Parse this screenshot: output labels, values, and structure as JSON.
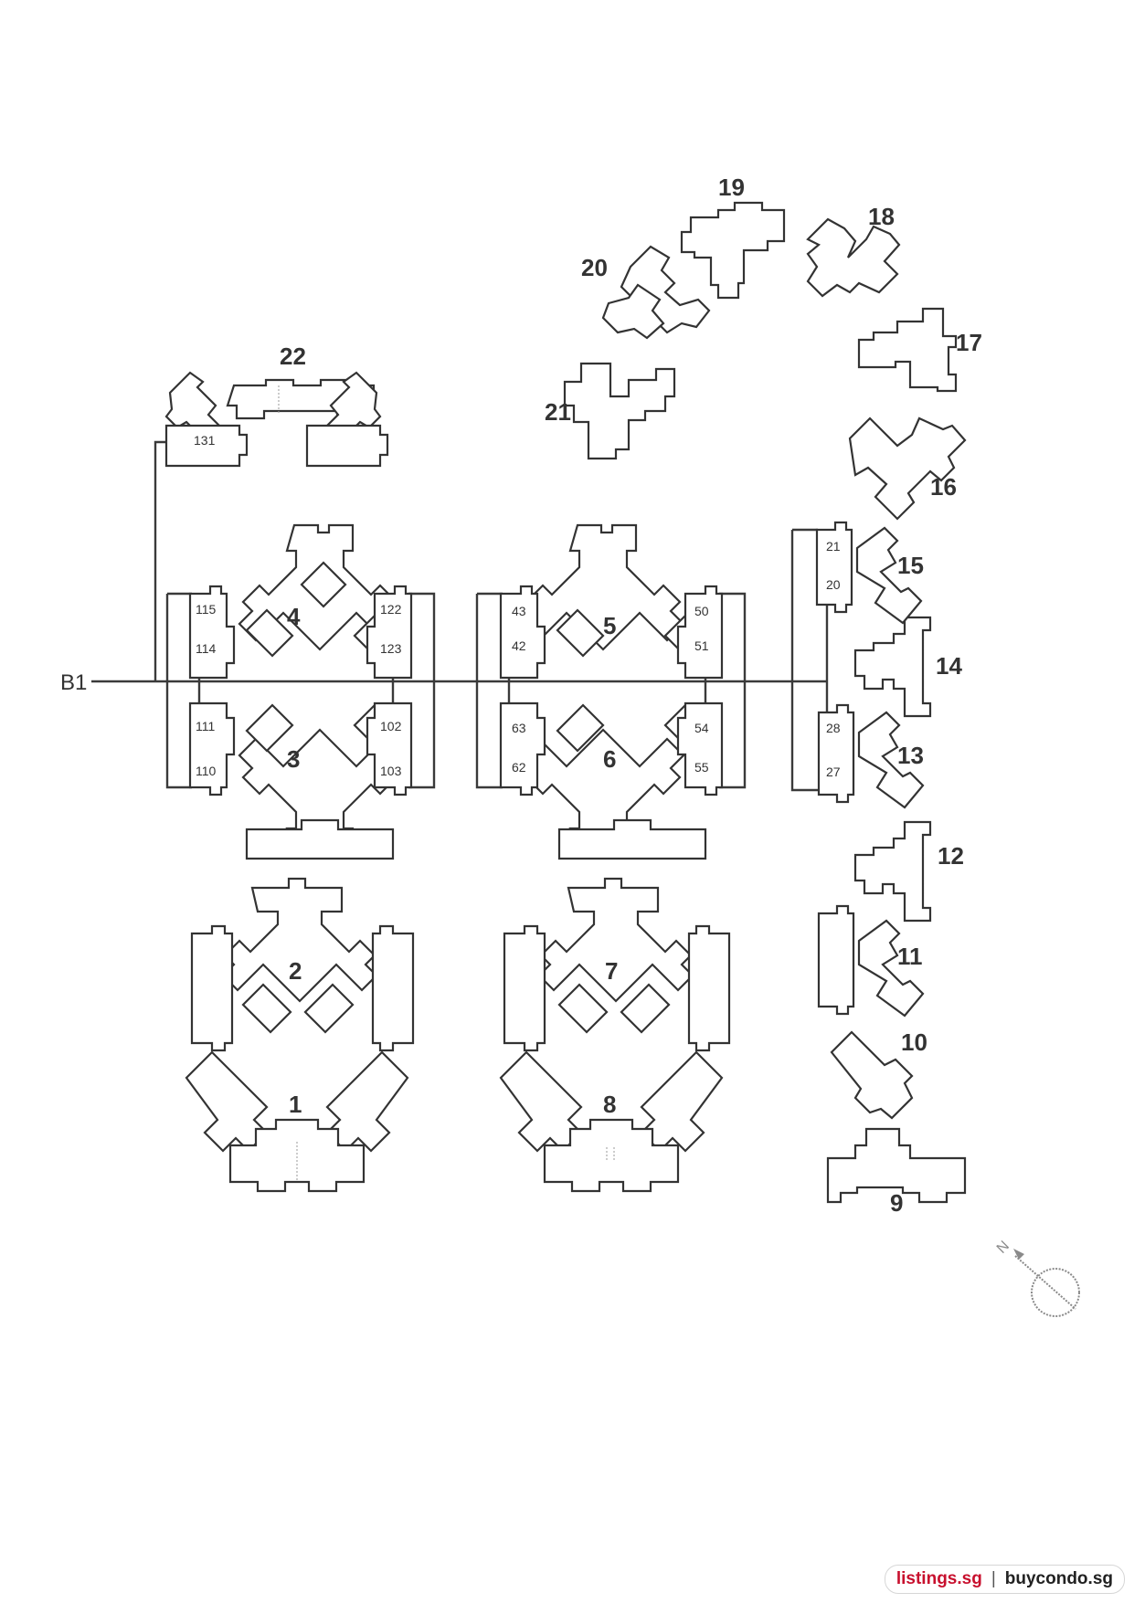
{
  "site_plan": {
    "level_label": "B1",
    "blocks": [
      {
        "id": "1",
        "label": "1"
      },
      {
        "id": "2",
        "label": "2"
      },
      {
        "id": "3",
        "label": "3"
      },
      {
        "id": "4",
        "label": "4"
      },
      {
        "id": "5",
        "label": "5"
      },
      {
        "id": "6",
        "label": "6"
      },
      {
        "id": "7",
        "label": "7"
      },
      {
        "id": "8",
        "label": "8"
      },
      {
        "id": "9",
        "label": "9"
      },
      {
        "id": "10",
        "label": "10"
      },
      {
        "id": "11",
        "label": "11"
      },
      {
        "id": "12",
        "label": "12"
      },
      {
        "id": "13",
        "label": "13"
      },
      {
        "id": "14",
        "label": "14"
      },
      {
        "id": "15",
        "label": "15"
      },
      {
        "id": "16",
        "label": "16"
      },
      {
        "id": "17",
        "label": "17"
      },
      {
        "id": "18",
        "label": "18"
      },
      {
        "id": "19",
        "label": "19"
      },
      {
        "id": "20",
        "label": "20"
      },
      {
        "id": "21",
        "label": "21"
      },
      {
        "id": "22",
        "label": "22"
      }
    ],
    "stacks": [
      "131",
      "115",
      "114",
      "122",
      "123",
      "111",
      "110",
      "102",
      "103",
      "43",
      "42",
      "50",
      "51",
      "63",
      "62",
      "54",
      "55",
      "21",
      "20",
      "28",
      "27"
    ],
    "north_symbol": "N",
    "colors": {
      "line": "#333333",
      "core": "#9a9a9a"
    }
  },
  "watermark": {
    "left": "listings.sg",
    "separator": "|",
    "right": "buycondo.sg",
    "left_color": "#c8102e"
  }
}
